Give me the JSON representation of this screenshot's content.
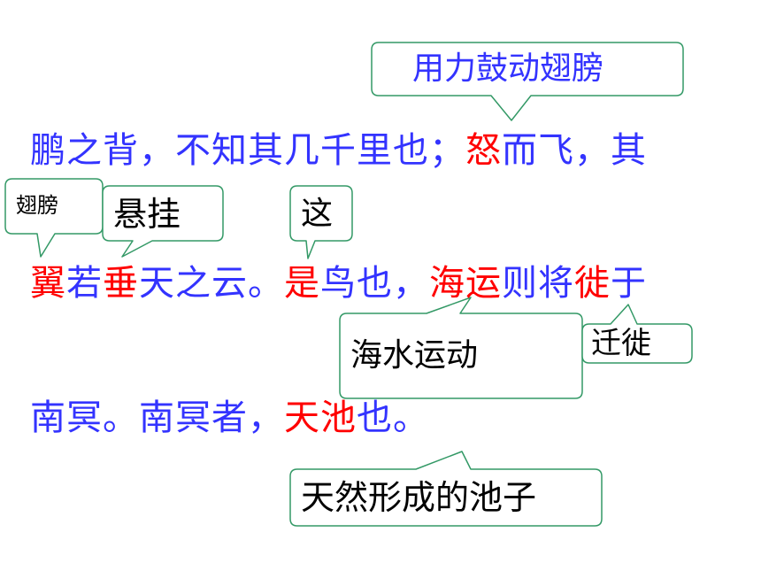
{
  "passage": {
    "line1": [
      {
        "t": "鹏之背，不知其几千里也；",
        "hl": false
      },
      {
        "t": "怒",
        "hl": true
      },
      {
        "t": "而飞，其",
        "hl": false
      }
    ],
    "line2": [
      {
        "t": "翼",
        "hl": true
      },
      {
        "t": "若",
        "hl": false
      },
      {
        "t": "垂",
        "hl": true
      },
      {
        "t": "天之云。",
        "hl": false
      },
      {
        "t": "是",
        "hl": true
      },
      {
        "t": "鸟也，",
        "hl": false
      },
      {
        "t": "海运",
        "hl": true
      },
      {
        "t": "则将",
        "hl": false
      },
      {
        "t": "徙",
        "hl": true
      },
      {
        "t": "于",
        "hl": false
      }
    ],
    "line3": [
      {
        "t": "南冥。南冥者，",
        "hl": false
      },
      {
        "t": "天池",
        "hl": true
      },
      {
        "t": "也。",
        "hl": false
      }
    ]
  },
  "notes": {
    "nu": "用力鼓动翅膀",
    "yi": "翅膀",
    "chui": "悬挂",
    "shi": "这",
    "haiyun": "海水运动",
    "xi": "迁徙",
    "tianchi": "天然形成的池子"
  },
  "colors": {
    "text": "#3333ff",
    "highlight": "#ff0000",
    "callout_border": "#339966"
  }
}
